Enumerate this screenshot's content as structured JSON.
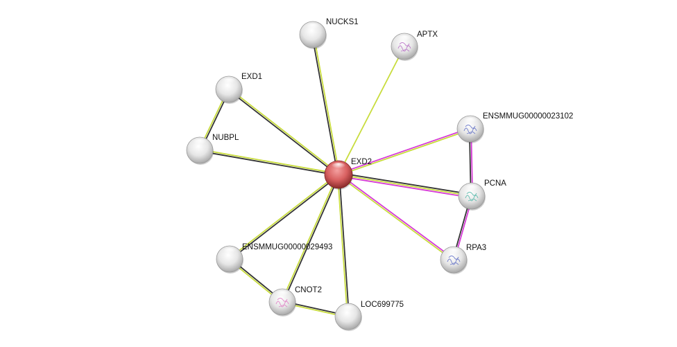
{
  "title": "EXD2 protein interaction network",
  "channel_colors": {
    "coexpression": "#333333",
    "textmining": "#c8dc3c",
    "experiments": "#d63ad6"
  },
  "nodes": [
    {
      "id": "EXD2",
      "label": "EXD2",
      "color": "#d24b4b",
      "query": true
    },
    {
      "id": "NUCKS1",
      "label": "NUCKS1",
      "color": "#e0e0e0"
    },
    {
      "id": "APTX",
      "label": "APTX",
      "color": "#e0e0e0",
      "structure": "#b060c0"
    },
    {
      "id": "EXD1",
      "label": "EXD1",
      "color": "#e0e0e0"
    },
    {
      "id": "NUBPL",
      "label": "NUBPL",
      "color": "#e0e0e0"
    },
    {
      "id": "ENSMMUG00000023102",
      "label": "ENSMMUG00000023102",
      "color": "#e0e0e0",
      "structure": "#5060c0"
    },
    {
      "id": "PCNA",
      "label": "PCNA",
      "color": "#e0e0e0",
      "structure": "#40b0a0"
    },
    {
      "id": "RPA3",
      "label": "RPA3",
      "color": "#e0e0e0",
      "structure": "#5060c0"
    },
    {
      "id": "ENSMMUG00000029493",
      "label": "ENSMMUG00000029493",
      "color": "#e0e0e0"
    },
    {
      "id": "CNOT2",
      "label": "CNOT2",
      "color": "#e0e0e0",
      "structure": "#e070c0"
    },
    {
      "id": "LOC699775",
      "label": "LOC699775",
      "color": "#e0e0e0"
    }
  ],
  "edges": [
    {
      "a": "EXD2",
      "b": "NUCKS1",
      "channels": [
        "coexpression",
        "textmining"
      ]
    },
    {
      "a": "EXD2",
      "b": "APTX",
      "channels": [
        "textmining"
      ]
    },
    {
      "a": "EXD2",
      "b": "EXD1",
      "channels": [
        "coexpression",
        "textmining"
      ]
    },
    {
      "a": "EXD2",
      "b": "NUBPL",
      "channels": [
        "coexpression",
        "textmining"
      ]
    },
    {
      "a": "EXD2",
      "b": "ENSMMUG00000023102",
      "channels": [
        "experiments",
        "textmining"
      ]
    },
    {
      "a": "EXD2",
      "b": "PCNA",
      "channels": [
        "coexpression",
        "textmining",
        "experiments"
      ]
    },
    {
      "a": "EXD2",
      "b": "RPA3",
      "channels": [
        "experiments",
        "textmining"
      ]
    },
    {
      "a": "EXD2",
      "b": "ENSMMUG00000029493",
      "channels": [
        "coexpression",
        "textmining"
      ]
    },
    {
      "a": "EXD2",
      "b": "CNOT2",
      "channels": [
        "coexpression",
        "textmining"
      ]
    },
    {
      "a": "EXD2",
      "b": "LOC699775",
      "channels": [
        "coexpression",
        "textmining"
      ]
    },
    {
      "a": "EXD1",
      "b": "NUBPL",
      "channels": [
        "coexpression",
        "textmining"
      ]
    },
    {
      "a": "ENSMMUG00000023102",
      "b": "PCNA",
      "channels": [
        "experiments",
        "coexpression"
      ]
    },
    {
      "a": "PCNA",
      "b": "RPA3",
      "channels": [
        "experiments",
        "coexpression"
      ]
    },
    {
      "a": "ENSMMUG00000029493",
      "b": "CNOT2",
      "channels": [
        "coexpression",
        "textmining"
      ]
    },
    {
      "a": "CNOT2",
      "b": "LOC699775",
      "channels": [
        "coexpression",
        "textmining"
      ]
    }
  ]
}
